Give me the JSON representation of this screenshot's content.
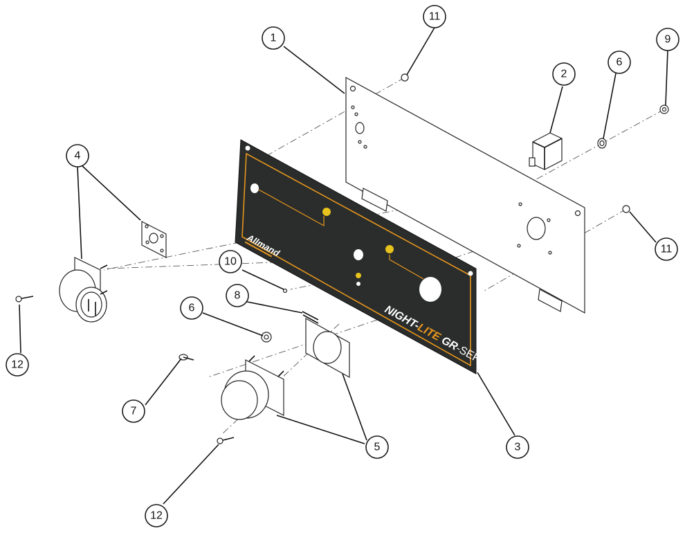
{
  "callouts": [
    {
      "id": "c1",
      "label": "1"
    },
    {
      "id": "c2",
      "label": "2"
    },
    {
      "id": "c3",
      "label": "3"
    },
    {
      "id": "c4",
      "label": "4"
    },
    {
      "id": "c5",
      "label": "5"
    },
    {
      "id": "c6a",
      "label": "6"
    },
    {
      "id": "c6b",
      "label": "6"
    },
    {
      "id": "c7",
      "label": "7"
    },
    {
      "id": "c8",
      "label": "8"
    },
    {
      "id": "c9",
      "label": "9"
    },
    {
      "id": "c10",
      "label": "10"
    },
    {
      "id": "c11a",
      "label": "11"
    },
    {
      "id": "c11b",
      "label": "11"
    },
    {
      "id": "c12a",
      "label": "12"
    },
    {
      "id": "c12b",
      "label": "12"
    }
  ],
  "decal": {
    "brand": "Allmand",
    "product_prefix": "NIGHT-",
    "product_emph": "LITE",
    "product_gr": " GR",
    "product_suffix": "-SERIES"
  },
  "colors": {
    "decal_background": "#2a2d2b",
    "decal_accent": "#e8961e",
    "line": "#222222"
  }
}
